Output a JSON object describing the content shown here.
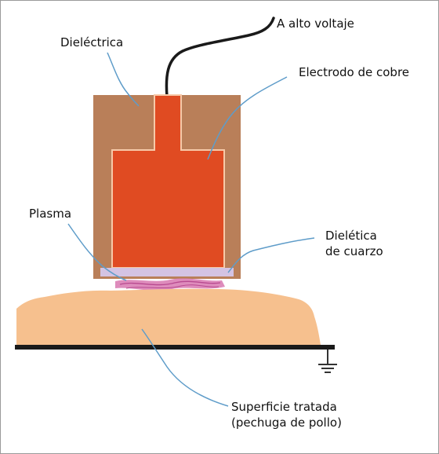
{
  "labels": {
    "high_voltage": "A alto voltaje",
    "dielectric": "Dieléctrica",
    "copper_electrode": "Electrodo de cobre",
    "plasma": "Plasma",
    "quartz_dielectric_line1": "Dielética",
    "quartz_dielectric_line2": "de cuarzo",
    "treated_surface_line1": "Superficie tratada",
    "treated_surface_line2": "(pechuga de pollo)"
  },
  "colors": {
    "dielectric_block": "#b97f59",
    "electrode": "#e04b22",
    "electrode_outline": "#f7c9a8",
    "quartz": "#d4c3e3",
    "plasma": "#d878b0",
    "surface": "#f6c08e",
    "base_line": "#1a1a1a",
    "leader_line": "#5e9cc9",
    "cable": "#1a1a1a",
    "ground_icon": "#333333"
  }
}
